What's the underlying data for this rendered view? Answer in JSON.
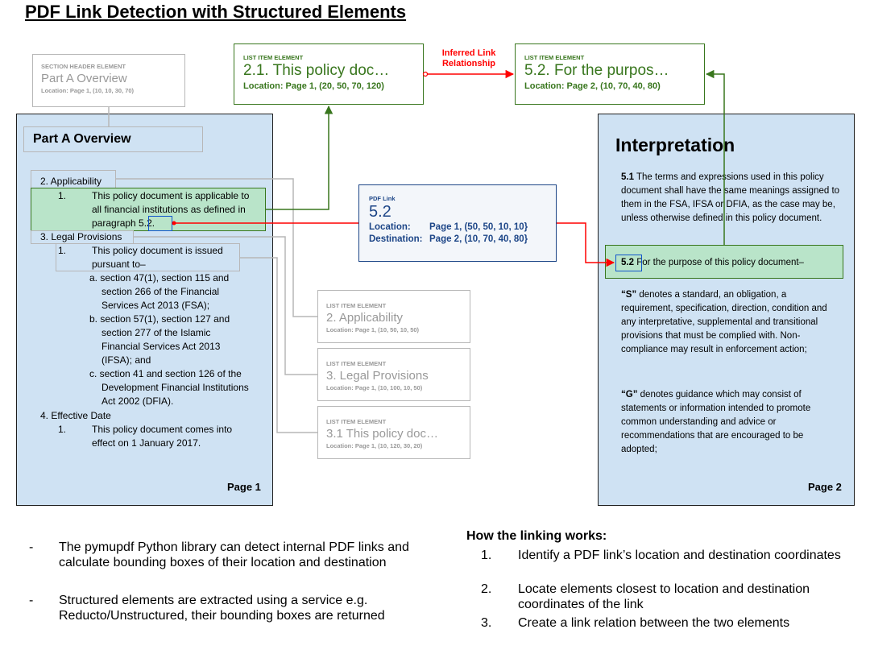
{
  "title": "PDF Link Detection with Structured Elements",
  "section_header_element": {
    "tag": "SECTION HEADER ELEMENT",
    "text": "Part A Overview",
    "location": "Location: Page 1, (10, 10, 30, 70)"
  },
  "list_item_21": {
    "tag": "LIST ITEM ELEMENT",
    "text": "2.1. This policy doc…",
    "location": "Location: Page 1, (20, 50, 70, 120)"
  },
  "list_item_52": {
    "tag": "LIST ITEM ELEMENT",
    "text": "5.2. For the purpos…",
    "location": "Location: Page 2, (10, 70, 40, 80)"
  },
  "inferred_link": {
    "line1": "Inferred Link",
    "line2": "Relationship"
  },
  "pdf_link": {
    "tag": "PDF Link",
    "text": "5.2",
    "location_label": "Location:",
    "location_value": "Page 1, (50, 50, 10, 10}",
    "destination_label": "Destination:",
    "destination_value": "Page 2, (10, 70, 40, 80}"
  },
  "list_item_applicability": {
    "tag": "LIST ITEM ELEMENT",
    "text": "2. Applicability",
    "location": "Location: Page 1, (10, 50, 10, 50)"
  },
  "list_item_legal": {
    "tag": "LIST ITEM ELEMENT",
    "text": "3. Legal Provisions",
    "location": "Location: Page 1, (10, 100, 10, 50)"
  },
  "list_item_31": {
    "tag": "LIST ITEM ELEMENT",
    "text": "3.1 This policy doc…",
    "location": "Location: Page 1, (10, 120, 30, 20)"
  },
  "page1": {
    "header": "Part A Overview",
    "applicability": "2. Applicability",
    "item_num": "1.",
    "app_line1": "This policy document is applicable to",
    "app_line2": "all financial institutions as defined in",
    "app_line3_pre": "paragraph 5.",
    "app_line3_link": "2.",
    "legal": "3. Legal Provisions",
    "legal_line1": "This policy document is issued",
    "legal_line2": "pursuant to–",
    "sub_a": [
      "a. section 47(1), section 115 and",
      "section 266 of the Financial",
      "Services Act 2013 (FSA);"
    ],
    "sub_b": [
      "b. section 57(1), section 127 and",
      "section 277 of the Islamic",
      "Financial Services Act 2013",
      "(IFSA); and"
    ],
    "sub_c": [
      "c. section 41 and section 126 of the",
      "Development Financial Institutions",
      "Act 2002 (DFIA)."
    ],
    "effective": "4. Effective Date",
    "eff_line1": "This policy document comes into",
    "eff_line2": "effect on 1 January 2017.",
    "label": "Page 1"
  },
  "page2": {
    "header": "Interpretation",
    "p51_num": "5.1",
    "p51_text": " The terms and expressions used in this policy document shall have the same meanings assigned to them in the FSA, IFSA or DFIA, as the case may be, unless otherwise defined in this policy document.",
    "p52_num": "5.2",
    "p52_text": " For the purpose of this policy document–",
    "s_term": "“S”",
    "s_text": " denotes a standard, an obligation, a requirement, specification, direction, condition and any interpretative, supplemental and transitional provisions that must be complied with. Non-compliance may result in enforcement action;",
    "g_term": "“G”",
    "g_text": " denotes guidance which may consist of statements or information intended to promote common understanding and advice or recommendations that are encouraged to be adopted;",
    "label": "Page 2"
  },
  "bullets": [
    "The pymupdf Python library can detect internal PDF links and calculate bounding boxes of their location and destination",
    "Structured elements are extracted using a service e.g. Reducto/Unstructured, their bounding boxes are returned"
  ],
  "bullet_marker": "-",
  "how": {
    "title": "How the linking works:",
    "steps": [
      {
        "num": "1.",
        "text": "Identify a PDF link’s location and destination coordinates"
      },
      {
        "num": "2.",
        "text": "Locate elements closest to location and destination coordinates of the link"
      },
      {
        "num": "3.",
        "text": "Create a link relation between the two elements"
      }
    ]
  },
  "colors": {
    "page_fill": "#cfe2f3",
    "green": "#38761d",
    "green_fill": "#b9e4c9",
    "blue": "#1c4587",
    "link_blue": "#1155cc",
    "red": "#ff0000",
    "grey": "#b7b7b7"
  }
}
